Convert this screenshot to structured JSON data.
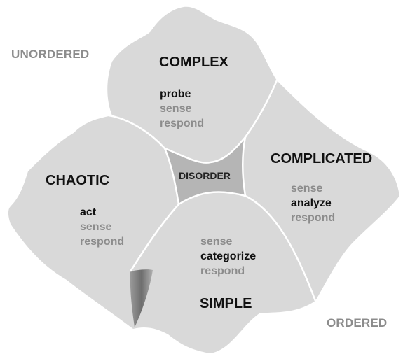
{
  "corners": {
    "unordered": "UNORDERED",
    "ordered": "ORDERED"
  },
  "domains": {
    "complex": {
      "title": "COMPLEX",
      "verbs": [
        "probe",
        "sense",
        "respond"
      ],
      "emphasis": 0
    },
    "complicated": {
      "title": "COMPLICATED",
      "verbs": [
        "sense",
        "analyze",
        "respond"
      ],
      "emphasis": 1
    },
    "chaotic": {
      "title": "CHAOTIC",
      "verbs": [
        "act",
        "sense",
        "respond"
      ],
      "emphasis": 0
    },
    "simple": {
      "title": "SIMPLE",
      "verbs": [
        "sense",
        "categorize",
        "respond"
      ],
      "emphasis": 1
    },
    "disorder": {
      "title": "DISORDER"
    }
  },
  "colors": {
    "region_fill": "#d9d9d9",
    "disorder_fill": "#b5b5b5",
    "border": "#ffffff",
    "emphasized_text": "#111111",
    "muted_text": "#8c8c8c"
  }
}
